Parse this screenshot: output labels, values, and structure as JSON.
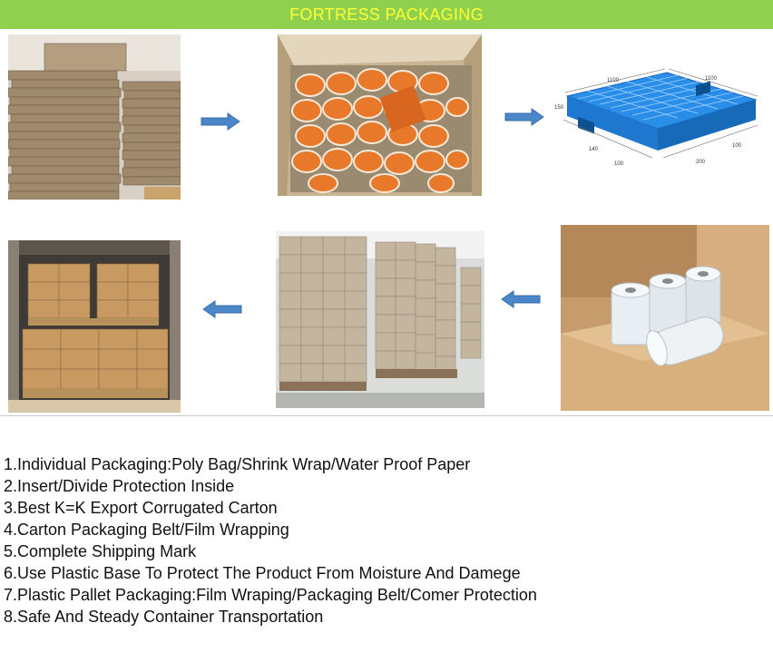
{
  "banner": {
    "title": "FORTRESS PACKAGING"
  },
  "photos": [
    {
      "name": "flat-cartons-photo",
      "subject": "flattened corrugated cartons"
    },
    {
      "name": "carton-packed-products-photo",
      "subject": "orange products packed in carton"
    },
    {
      "name": "plastic-pallet-photo",
      "subject": "blue plastic pallet with dimensions",
      "labels": [
        "1100",
        "1100",
        "150",
        "140",
        "100",
        "200",
        "100"
      ]
    },
    {
      "name": "stretch-film-photo",
      "subject": "rolls of stretch film on cartons"
    },
    {
      "name": "wrapped-pallets-photo",
      "subject": "film wrapped cartons on pallets"
    },
    {
      "name": "container-loading-photo",
      "subject": "palletized cartons in shipping container"
    }
  ],
  "arrows": [
    {
      "name": "arrow-right-1-icon",
      "direction": "right"
    },
    {
      "name": "arrow-right-2-icon",
      "direction": "right"
    },
    {
      "name": "arrow-left-1-icon",
      "direction": "left"
    },
    {
      "name": "arrow-left-2-icon",
      "direction": "left"
    }
  ],
  "colors": {
    "banner_bg": "#8fd14f",
    "banner_text": "#ffff33",
    "arrow": "#4a86c8",
    "pallet": "#1e88e5"
  },
  "steps": [
    "1.Individual Packaging:Poly Bag/Shrink Wrap/Water Proof Paper",
    "2.Insert/Divide Protection Inside",
    "3.Best K=K Export Corrugated Carton",
    "4.Carton Packaging Belt/Film Wrapping",
    "5.Complete Shipping Mark",
    "6.Use Plastic Base To Protect The Product From Moisture And Damege",
    "7.Plastic Pallet Packaging:Film Wraping/Packaging Belt/Comer Protection",
    "8.Safe And Steady Container Transportation"
  ]
}
